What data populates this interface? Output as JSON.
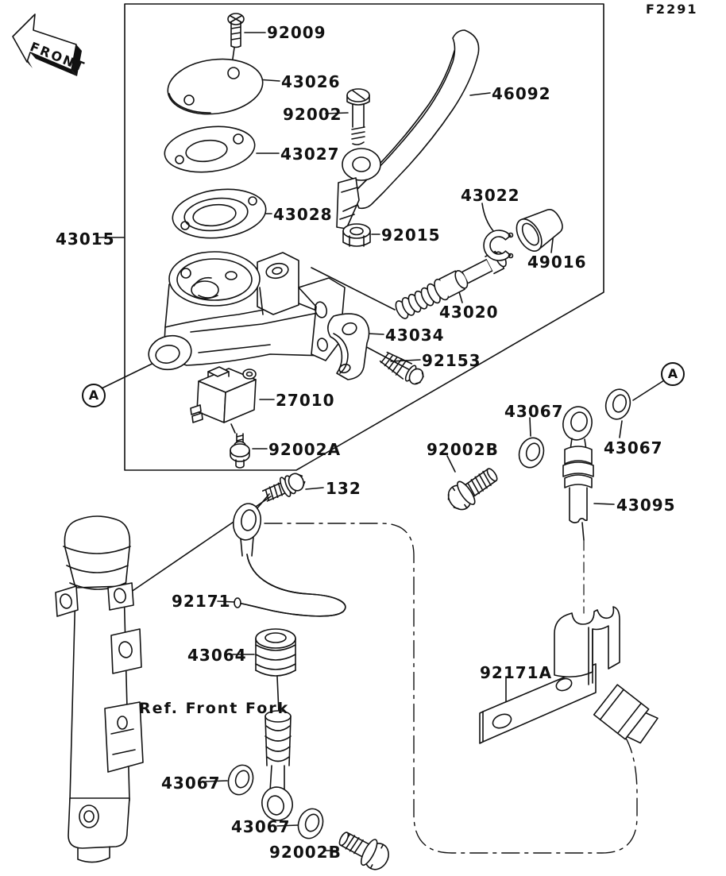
{
  "figure": {
    "code": "F2291",
    "front_arrow_label": "FRONT",
    "ref_note": "Ref. Front Fork",
    "line_color": "#111111",
    "background": "#ffffff"
  },
  "detail_markers": {
    "left": "A",
    "right": "A"
  },
  "callouts": [
    {
      "id": "screw-92009",
      "label": "92009"
    },
    {
      "id": "reservoir-cap-43026",
      "label": "43026"
    },
    {
      "id": "bolt-92002",
      "label": "92002"
    },
    {
      "id": "brake-lever-46092",
      "label": "46092"
    },
    {
      "id": "plate-43027",
      "label": "43027"
    },
    {
      "id": "diaphragm-43028",
      "label": "43028"
    },
    {
      "id": "master-cylinder-43015",
      "label": "43015"
    },
    {
      "id": "nut-92015",
      "label": "92015"
    },
    {
      "id": "circlip-43022",
      "label": "43022"
    },
    {
      "id": "boot-49016",
      "label": "49016"
    },
    {
      "id": "piston-assembly-43020",
      "label": "43020"
    },
    {
      "id": "clamp-43034",
      "label": "43034"
    },
    {
      "id": "bolt-92153",
      "label": "92153"
    },
    {
      "id": "switch-27010",
      "label": "27010"
    },
    {
      "id": "screw-92002a",
      "label": "92002A"
    },
    {
      "id": "washer-43067-upper-left",
      "label": "43067"
    },
    {
      "id": "bolt-92002b-upper",
      "label": "92002B"
    },
    {
      "id": "washer-43067-upper-right",
      "label": "43067"
    },
    {
      "id": "hose-fitting-43095",
      "label": "43095"
    },
    {
      "id": "bolt-132",
      "label": "132"
    },
    {
      "id": "brake-hose-92171",
      "label": "92171"
    },
    {
      "id": "grommet-43064",
      "label": "43064"
    },
    {
      "id": "bracket-92171a",
      "label": "92171A"
    },
    {
      "id": "washer-43067-lower-left",
      "label": "43067"
    },
    {
      "id": "washer-43067-lower-right",
      "label": "43067"
    },
    {
      "id": "bolt-92002b-lower",
      "label": "92002B"
    }
  ]
}
